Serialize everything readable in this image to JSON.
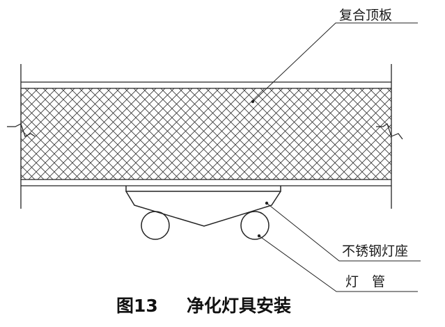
{
  "labels": {
    "panel": "复合顶板",
    "lamp_base": "不锈钢灯座",
    "lamp_tube": "灯　管"
  },
  "caption": {
    "number": "图13",
    "title": "净化灯具安装"
  }
}
